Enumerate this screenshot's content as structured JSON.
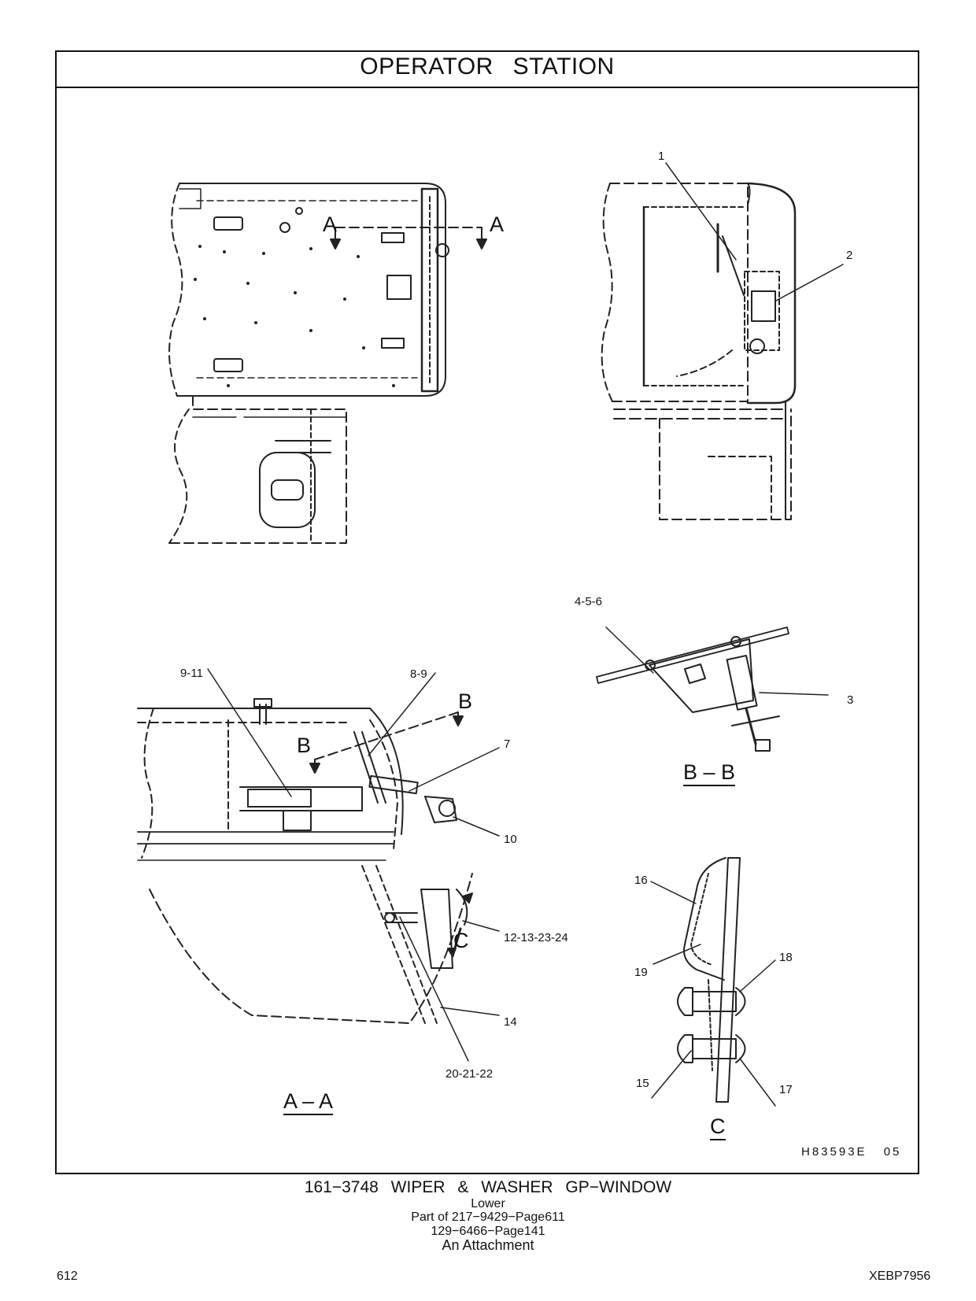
{
  "header": {
    "title": "OPERATOR   STATION"
  },
  "callouts": {
    "c1": "1",
    "c2": "2",
    "c3": "3",
    "c456": "4-5-6",
    "c7": "7",
    "c89": "8-9",
    "c911": "9-11",
    "c10": "10",
    "c12": "12-13-23-24",
    "c14": "14",
    "c15": "15",
    "c16": "16",
    "c17": "17",
    "c18": "18",
    "c19": "19",
    "c20": "20-21-22"
  },
  "cut_letters": {
    "a": "A",
    "b": "B",
    "c": "C"
  },
  "section_labels": {
    "aa": "A – A",
    "bb": "B – B",
    "c": "C"
  },
  "illustration_ref": "H83593E   05",
  "caption": {
    "main": "161−3748  WIPER  &  WASHER  GP−WINDOW",
    "sub": "Lower",
    "part_of": "Part of 217−9429−Page611",
    "page_ref": "129−6466−Page141",
    "attachment": "An Attachment"
  },
  "footer": {
    "page_number": "612",
    "doc_id": "XEBP7956"
  }
}
